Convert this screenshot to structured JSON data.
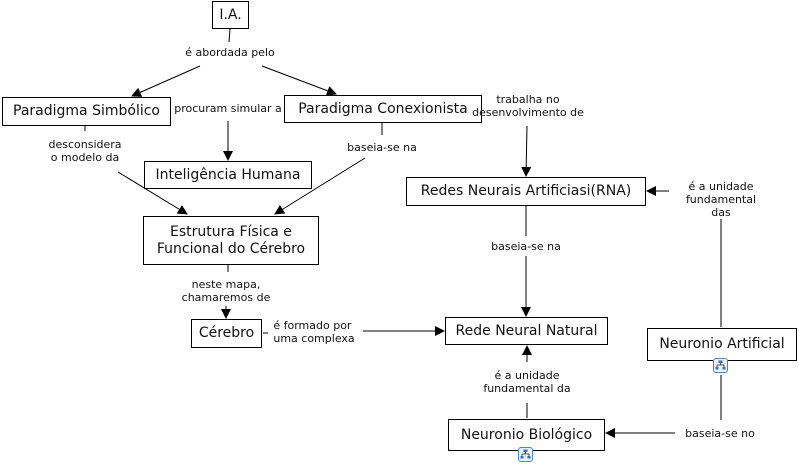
{
  "concepts": {
    "ia": "I.A.",
    "simbolico": "Paradigma Simbólico",
    "conexionista": "Paradigma Conexionista",
    "inteligencia": "Inteligência Humana",
    "estrutura": "Estrutura Física e\nFuncional do Cérebro",
    "rna": "Redes Neurais Artificiasi(RNA)",
    "cerebro": "Cérebro",
    "rede_natural": "Rede Neural Natural",
    "neuronio_artificial": "Neuronio Artificial",
    "neuronio_biologico": "Neuronio Biológico"
  },
  "linking_phrases": {
    "abordada": "é abordada pelo",
    "procuram": "procuram simular a",
    "desconsidera": "desconsidera\no modelo da",
    "baseia_estrutura": "baseia-se na",
    "trabalha": "trabalha no\ndesenvolvimento de",
    "unidade_das": "é a unidade\nfundamental das",
    "baseia_rede": "baseia-se na",
    "neste_mapa": "neste mapa,\nchamaremos de",
    "formado": "é formado por\numa complexa",
    "unidade_da": "é a unidade\nfundamental da",
    "baseia_no": "baseia-se no"
  },
  "resource_icons": {
    "neuronio_artificial": "concept-map-resource-icon",
    "neuronio_biologico": "concept-map-resource-icon"
  },
  "colors": {
    "line": "#000000",
    "icon_border": "#4a86c8"
  }
}
